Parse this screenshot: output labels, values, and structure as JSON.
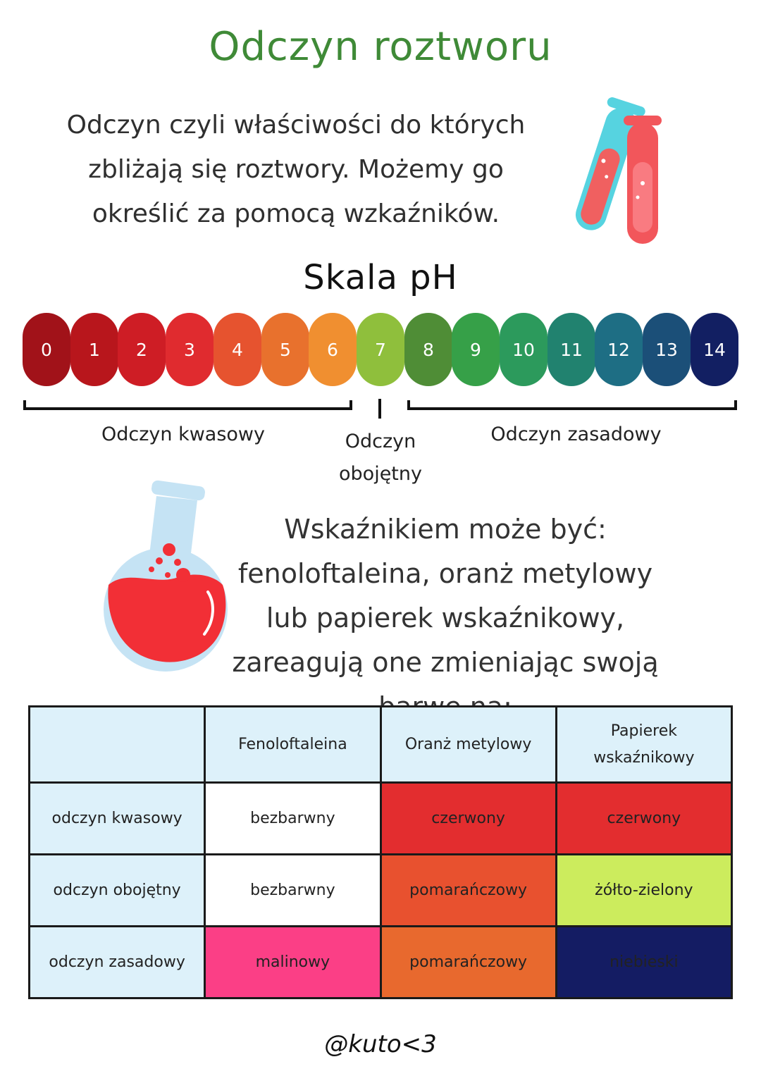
{
  "title": "Odczyn roztworu",
  "intro": "Odczyn czyli właściwości do których zbliżają się roztwory. Możemy go określić za pomocą wzkaźników.",
  "ph_title": "Skala pH",
  "ph_scale": [
    {
      "value": "0",
      "color": "#a11219"
    },
    {
      "value": "1",
      "color": "#b8161c"
    },
    {
      "value": "2",
      "color": "#ce1d25"
    },
    {
      "value": "3",
      "color": "#e02b2f"
    },
    {
      "value": "4",
      "color": "#e6532f"
    },
    {
      "value": "5",
      "color": "#e8712d"
    },
    {
      "value": "6",
      "color": "#f08f30"
    },
    {
      "value": "7",
      "color": "#8fbf3c"
    },
    {
      "value": "8",
      "color": "#4f8d36"
    },
    {
      "value": "9",
      "color": "#36a048"
    },
    {
      "value": "10",
      "color": "#2c9a5c"
    },
    {
      "value": "11",
      "color": "#21826f"
    },
    {
      "value": "12",
      "color": "#1e6e84"
    },
    {
      "value": "13",
      "color": "#1b4f78"
    },
    {
      "value": "14",
      "color": "#121f62"
    }
  ],
  "ranges": {
    "acidic": "Odczyn kwasowy",
    "neutral": "Odczyn obojętny",
    "basic": "Odczyn zasadowy"
  },
  "indicators_text": "Wskaźnikiem może być: fenoloftaleina, oranż metylowy lub papierek wskaźnikowy, zareagują one zmieniając swoją barwę na:",
  "table": {
    "headers": [
      "",
      "Fenoloftaleina",
      "Oranż metylowy",
      "Papierek wskaźnikowy"
    ],
    "rows": [
      {
        "label": "odczyn kwasowy",
        "cells": [
          {
            "text": "bezbarwny",
            "bg": "#ffffff"
          },
          {
            "text": "czerwony",
            "bg": "#e32d2f"
          },
          {
            "text": "czerwony",
            "bg": "#e32d2f"
          }
        ]
      },
      {
        "label": "odczyn obojętny",
        "cells": [
          {
            "text": "bezbarwny",
            "bg": "#ffffff"
          },
          {
            "text": "pomarańczowy",
            "bg": "#e8512f"
          },
          {
            "text": "żółto-zielony",
            "bg": "#ccec5d"
          }
        ]
      },
      {
        "label": "odczyn zasadowy",
        "cells": [
          {
            "text": "malinowy",
            "bg": "#fb3f86"
          },
          {
            "text": "pomarańczowy",
            "bg": "#e8692e"
          },
          {
            "text": "niebieski",
            "bg": "#141c63"
          }
        ]
      }
    ],
    "header_bg": "#ddf1fa",
    "label_bg": "#ddf1fa"
  },
  "credit": "@kuto<3",
  "icons": [
    "test-tubes-icon",
    "flask-icon"
  ]
}
